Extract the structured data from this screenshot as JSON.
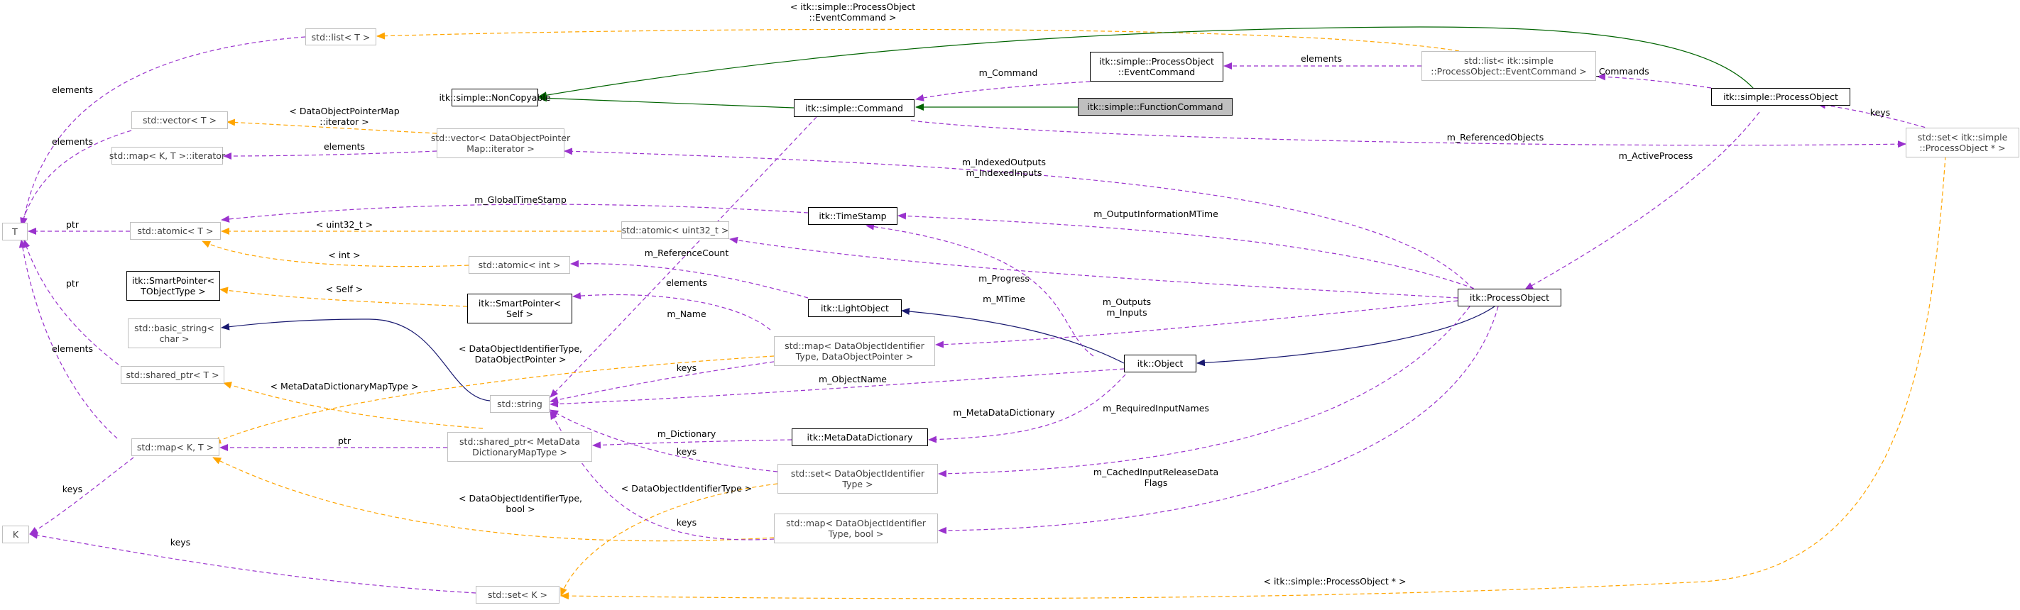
{
  "diagram": {
    "title": "",
    "colors": {
      "member_edge": "#9a32cd",
      "template_edge": "#ffa500",
      "public_inheritance": "#191970",
      "private_inheritance": "#006400",
      "node_border": "#bfbfbf",
      "class_border": "#000000",
      "highlight_fill": "#bfbfbf"
    },
    "nodes": {
      "std_list_T": "std::list< T >",
      "itk_noncopyable": "itk::simple::NonCopyable",
      "itk_command": "itk::simple::Command",
      "event_command": "itk::simple::ProcessObject\n::EventCommand",
      "function_command": "itk::simple::FunctionCommand",
      "std_list_event": "std::list< itk::simple\n::ProcessObject::EventCommand >",
      "simple_process_object": "itk::simple::ProcessObject",
      "std_vector_T": "std::vector< T >",
      "std_map_iterator": "std::map< K, T >::iterator",
      "std_vector_dop": "std::vector< DataObjectPointer\nMap::iterator >",
      "std_set_po": "std::set< itk::simple\n::ProcessObject * >",
      "T": "T",
      "std_atomic_T": "std::atomic< T >",
      "timestamp": "itk::TimeStamp",
      "std_atomic_uint32": "std::atomic< uint32_t >",
      "smartpointer_tobj": "itk::SmartPointer<\nTObjectType >",
      "std_atomic_int": "std::atomic< int >",
      "smartpointer_self": "itk::SmartPointer<\nSelf >",
      "light_object": "itk::LightObject",
      "itk_process_object": "itk::ProcessObject",
      "basic_string": "std::basic_string<\nchar >",
      "std_map_doid_dop": "std::map< DataObjectIdentifier\nType, DataObjectPointer >",
      "itk_object": "itk::Object",
      "shared_ptr_T": "std::shared_ptr< T >",
      "std_string": "std::string",
      "metadata_dictionary": "itk::MetaDataDictionary",
      "std_map_KT": "std::map< K, T >",
      "shared_ptr_mdd": "std::shared_ptr< MetaData\nDictionaryMapType >",
      "std_set_doid": "std::set< DataObjectIdentifier\nType >",
      "K": "K",
      "std_map_doid_bool": "std::map< DataObjectIdentifier\nType, bool >",
      "std_set_K": "std::set< K >"
    },
    "edge_labels": {
      "list_eventcommand_tpl": "< itk::simple::ProcessObject\n::EventCommand >",
      "elements_list_T": "elements",
      "m_command": "m_Command",
      "elements_evt": "elements",
      "m_commands": "m_Commands",
      "vector_dop_tpl": "< DataObjectPointerMap\n::iterator >",
      "elements_vector_T": "elements",
      "elements_vector_dop": "elements",
      "m_referenced_objects": "m_ReferencedObjects",
      "keys_set_po": "keys",
      "indexed": "m_IndexedOutputs\nm_IndexedInputs",
      "m_active_process": "m_ActiveProcess",
      "m_global_timestamp": "m_GlobalTimeStamp",
      "ptr_atomic": "ptr",
      "uint32_tpl": "< uint32_t >",
      "m_output_info": "m_OutputInformationMTime",
      "int_tpl": "< int >",
      "m_reference_count": "m_ReferenceCount",
      "m_progress": "m_Progress",
      "self_tpl": "< Self >",
      "elements_map_dop": "elements",
      "m_mtime": "m_MTime",
      "outputs_inputs": "m_Outputs\nm_Inputs",
      "ptr_shared": "ptr",
      "m_name": "m_Name",
      "doid_dop_tpl": "< DataObjectIdentifierType,\nDataObjectPointer >",
      "keys_map_dop": "keys",
      "m_object_name": "m_ObjectName",
      "mdd_map_tpl": "< MetaDataDictionaryMapType >",
      "elements_map_T": "elements",
      "ptr_shared_mdd": "ptr",
      "m_metadata_dictionary": "m_MetaDataDictionary",
      "m_required_input_names": "m_RequiredInputNames",
      "m_dictionary": "m_Dictionary",
      "keys_set_doid": "keys",
      "keys_map_K": "keys",
      "doid_tpl": "< DataObjectIdentifierType >",
      "doid_bool_tpl": "< DataObjectIdentifierType,\nbool >",
      "m_cached": "m_CachedInputReleaseData\nFlags",
      "keys_map_bool": "keys",
      "keys_set_K": "keys",
      "set_po_tpl": "< itk::simple::ProcessObject * >"
    }
  }
}
